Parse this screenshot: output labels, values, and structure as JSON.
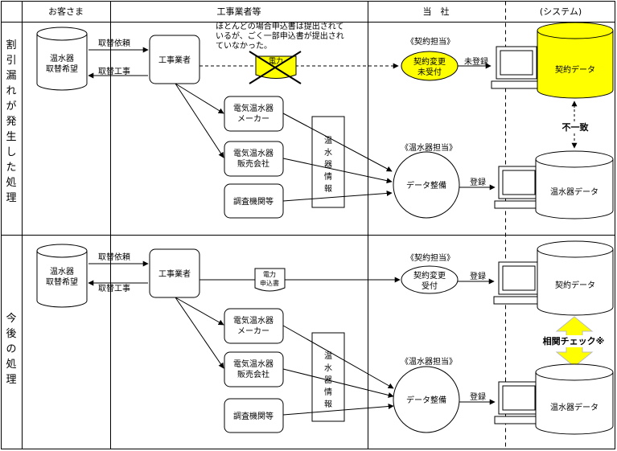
{
  "columns": {
    "customer": "お客さま",
    "contractor": "工事業者等",
    "company": "当　社",
    "system": "(システム)"
  },
  "rows": {
    "top_label": [
      "割",
      "引",
      "漏",
      "れ",
      "が",
      "発",
      "生",
      "し",
      "た",
      "処",
      "理"
    ],
    "bottom_label": [
      "今",
      "後",
      "の",
      "処",
      "理"
    ]
  },
  "top": {
    "customer_box": [
      "温水器",
      "取替希望"
    ],
    "request_label": "取替依頼",
    "work_label": "取替工事",
    "contractor_box": "工事業者",
    "note": [
      "ほとんどの場合申込書は提出されて",
      "いるが、ごく一部申込書が提出され",
      "ていなかった。"
    ],
    "form_label": "電力",
    "contract_role": "《契約担当》",
    "contract_circle": [
      "契約変更",
      "未受付"
    ],
    "unregistered": "未登録",
    "contract_db": "契約データ",
    "mismatch": "不一致",
    "maker": [
      "電気温水器",
      "メーカー"
    ],
    "dealer": [
      "電気温水器",
      "販売会社"
    ],
    "research": "調査機関等",
    "info_box": [
      "温",
      "水",
      "器",
      "情",
      "報"
    ],
    "heater_role": "《温水器担当》",
    "data_circle": "データ整備",
    "registered": "登録",
    "heater_db": "温水器データ"
  },
  "bottom": {
    "customer_box": [
      "温水器",
      "取替希望"
    ],
    "request_label": "取替依頼",
    "work_label": "取替工事",
    "contractor_box": "工事業者",
    "form_label": [
      "電力",
      "申込書"
    ],
    "contract_role": "《契約担当》",
    "contract_circle": [
      "契約変更",
      "受付"
    ],
    "registered_contract": "登録",
    "contract_db": "契約データ",
    "check": "相関チェック※",
    "maker": [
      "電気温水器",
      "メーカー"
    ],
    "dealer": [
      "電気温水器",
      "販売会社"
    ],
    "research": "調査機関等",
    "info_box": [
      "温",
      "水",
      "器",
      "情",
      "報"
    ],
    "heater_role": "《温水器担当》",
    "data_circle": "データ整備",
    "registered": "登録",
    "heater_db": "温水器データ"
  },
  "colors": {
    "highlight": "#ffff00",
    "line": "#000000"
  }
}
